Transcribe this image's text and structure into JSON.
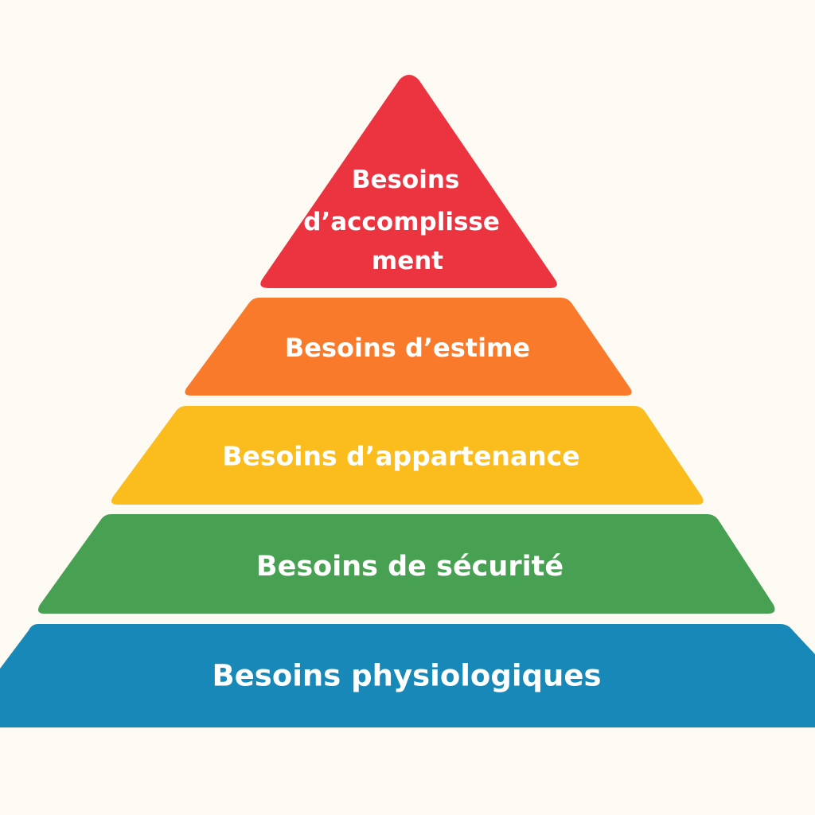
{
  "colors": {
    "background": "#fdfaf3",
    "accomplissement": "#ec3340",
    "estime": "#f97a2b",
    "appartenance": "#fbbc1e",
    "securite": "#48a153",
    "physiologiques": "#1788b8",
    "text": "#ffffff"
  },
  "pyramid": {
    "tiers": [
      {
        "id": "accomplissement",
        "label_lines": [
          "Besoins",
          "d’accomplisse",
          "ment"
        ]
      },
      {
        "id": "estime",
        "label": "Besoins d’estime"
      },
      {
        "id": "appartenance",
        "label": "Besoins d’appartenance"
      },
      {
        "id": "securite",
        "label": "Besoins de sécurité"
      },
      {
        "id": "physiologiques",
        "label": "Besoins physiologiques"
      }
    ]
  }
}
